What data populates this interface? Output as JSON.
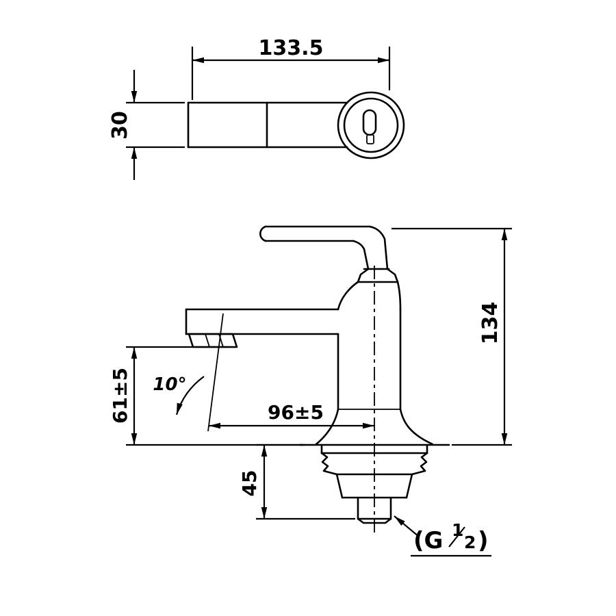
{
  "drawing": {
    "background": "#ffffff",
    "line_color": "#000000",
    "dims": {
      "top_width": "133.5",
      "top_depth": "30",
      "overall_height": "134",
      "spout_height": "61±5",
      "spout_reach": "96±5",
      "shank_length": "45",
      "spout_angle": "10°",
      "thread": {
        "open": "(G",
        "numerator": "1",
        "denominator": "2",
        "close": ")"
      }
    }
  }
}
